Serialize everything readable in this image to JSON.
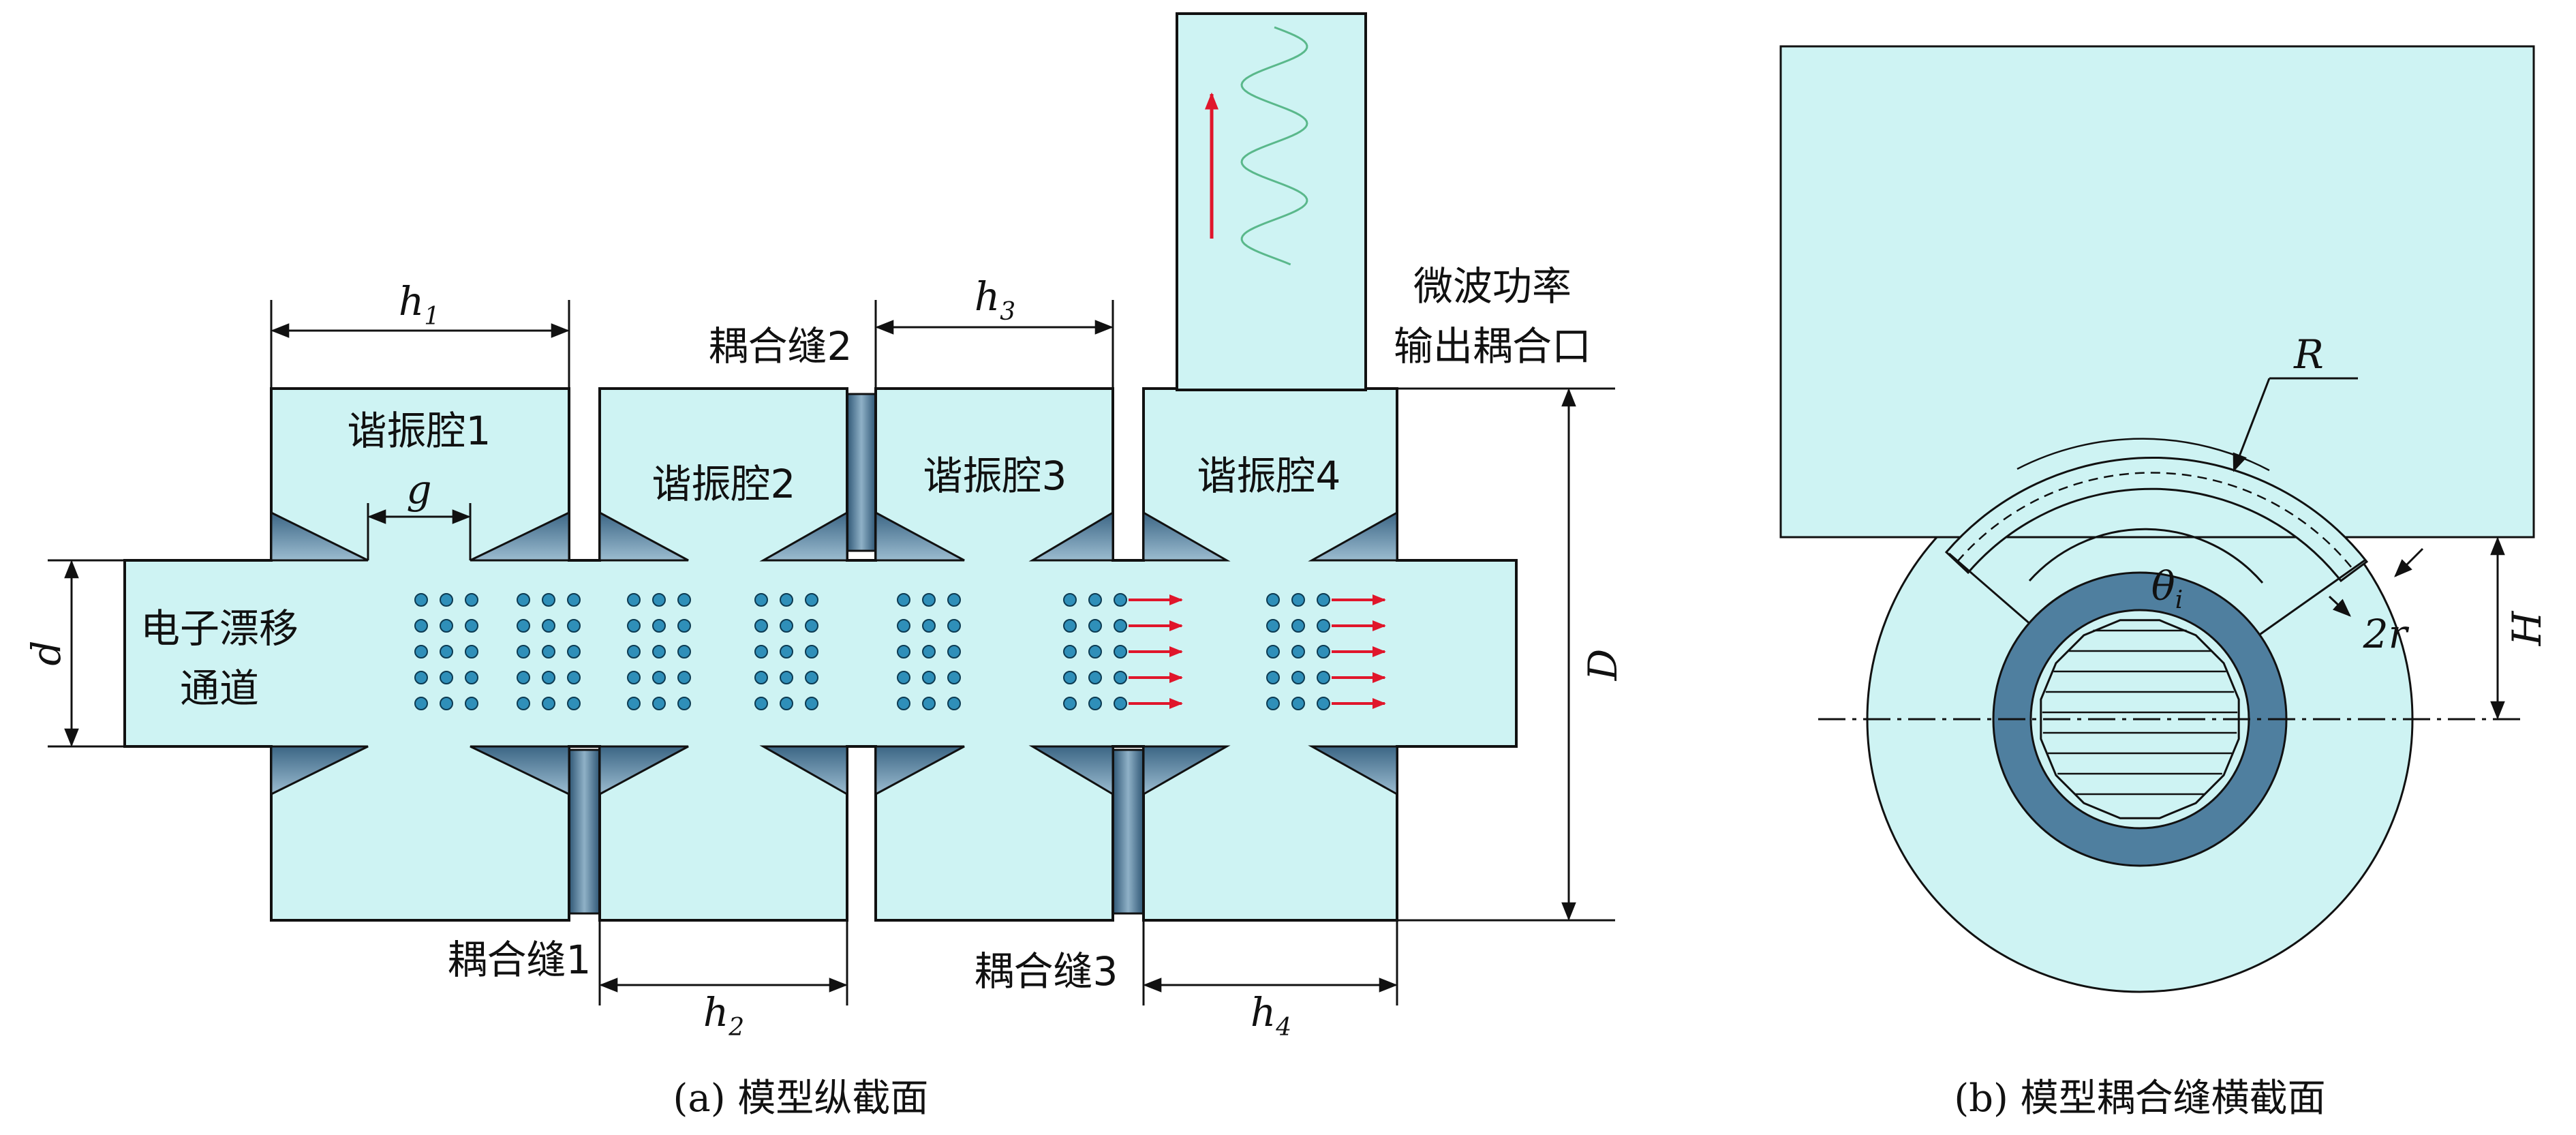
{
  "colors": {
    "cavity_fill": "#cef3f3",
    "outline": "#111111",
    "slot_fill": "#5d87a6",
    "bunch_dot": "#2f8fb9",
    "arrow_red": "#e0162b",
    "wave_green": "#5ab88b",
    "ring_fill": "#4f7f9f"
  },
  "panel_a": {
    "caption": "(a) 模型纵截面",
    "cavities": [
      {
        "label": "谐振腔1",
        "width_label": "h",
        "width_sub": "1"
      },
      {
        "label": "谐振腔2",
        "width_label": "h",
        "width_sub": "2"
      },
      {
        "label": "谐振腔3",
        "width_label": "h",
        "width_sub": "3"
      },
      {
        "label": "谐振腔4",
        "width_label": "h",
        "width_sub": "4"
      }
    ],
    "slots": [
      "耦合缝1",
      "耦合缝2",
      "耦合缝3"
    ],
    "drift_tube": {
      "line1": "电子漂移",
      "line2": "通道"
    },
    "output_port": {
      "line1": "微波功率",
      "line2": "输出耦合口"
    },
    "dim_gap": "g",
    "dim_drift": "d",
    "dim_height": "D"
  },
  "panel_b": {
    "caption": "(b) 模型耦合缝横截面",
    "dim_radius": "R",
    "dim_angle": "θ",
    "dim_angle_sub": "i",
    "dim_slot": "2r",
    "dim_offset": "H"
  }
}
